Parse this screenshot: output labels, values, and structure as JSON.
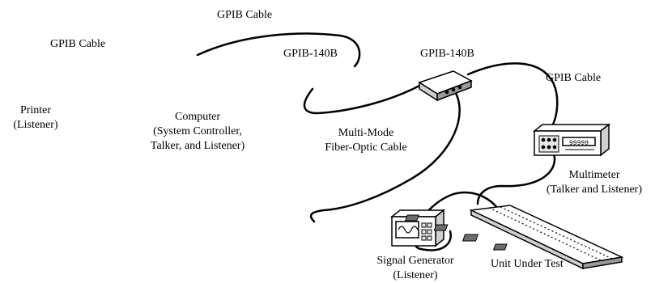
{
  "labels": {
    "gpib_cable_top": "GPIB Cable",
    "gpib_cable_left": "GPIB Cable",
    "gpib_140b_left": "GPIB-140B",
    "gpib_140b_right": "GPIB-140B",
    "gpib_cable_right": "GPIB Cable",
    "printer": [
      "Printer",
      "(Listener)"
    ],
    "computer": [
      "Computer",
      "(System Controller,",
      "Talker, and Listener)"
    ],
    "fiber": [
      "Multi-Mode",
      "Fiber-Optic Cable"
    ],
    "multimeter": [
      "Multimeter",
      "(Talker and Listener)"
    ],
    "signal_generator": [
      "Signal Generator",
      "(Listener)"
    ],
    "unit_under_test": "Unit Under Test"
  },
  "multimeter_display": "99999"
}
